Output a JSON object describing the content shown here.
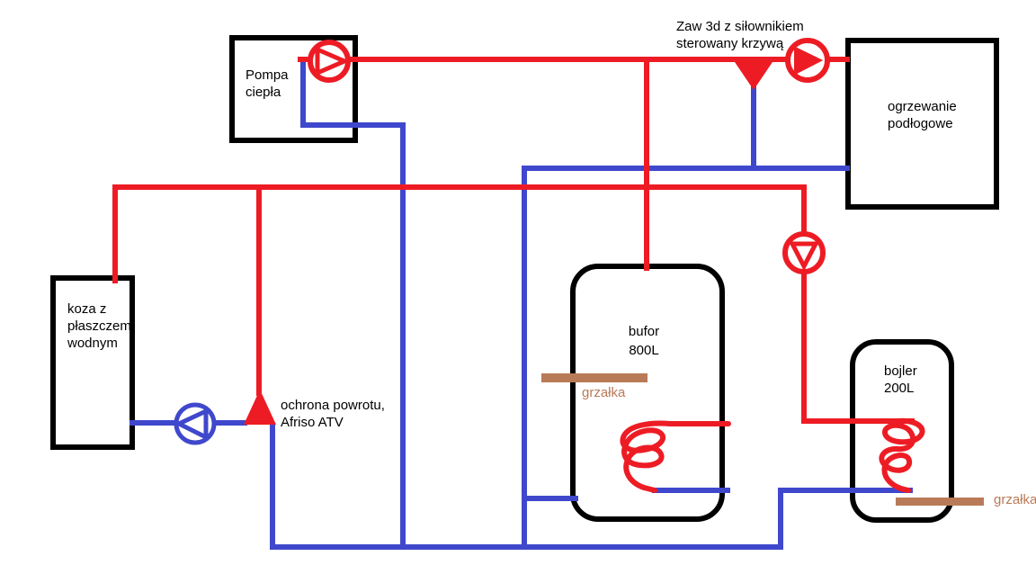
{
  "colors": {
    "red": "#ed1c24",
    "blue": "#3f48cc",
    "brown": "#b97a57",
    "black": "#000000",
    "background": "#ffffff"
  },
  "icons": {
    "pump": "circle with flow-direction triangle",
    "valve": "solid red triangle",
    "heater": "brown horizontal bar"
  },
  "labels": {
    "heat_pump": {
      "line1": "Pompa",
      "line2": "ciepła"
    },
    "three_way_valve": {
      "line1": "Zaw 3d z siłownikiem",
      "line2": "sterowany krzywą"
    },
    "floor_heating": {
      "line1": "ogrzewanie",
      "line2": "podłogowe"
    },
    "wood_stove": {
      "line1": "koza z",
      "line2": "płaszczem",
      "line3": "wodnym"
    },
    "return_protection": {
      "line1": "ochrona powrotu,",
      "line2": "Afriso ATV"
    },
    "buffer_tank": {
      "line1": "bufor",
      "line2": "800L"
    },
    "buffer_heater": "grzałka",
    "dhw_tank": {
      "line1": "bojler",
      "line2": "200L"
    },
    "dhw_heater": "grzałka"
  }
}
